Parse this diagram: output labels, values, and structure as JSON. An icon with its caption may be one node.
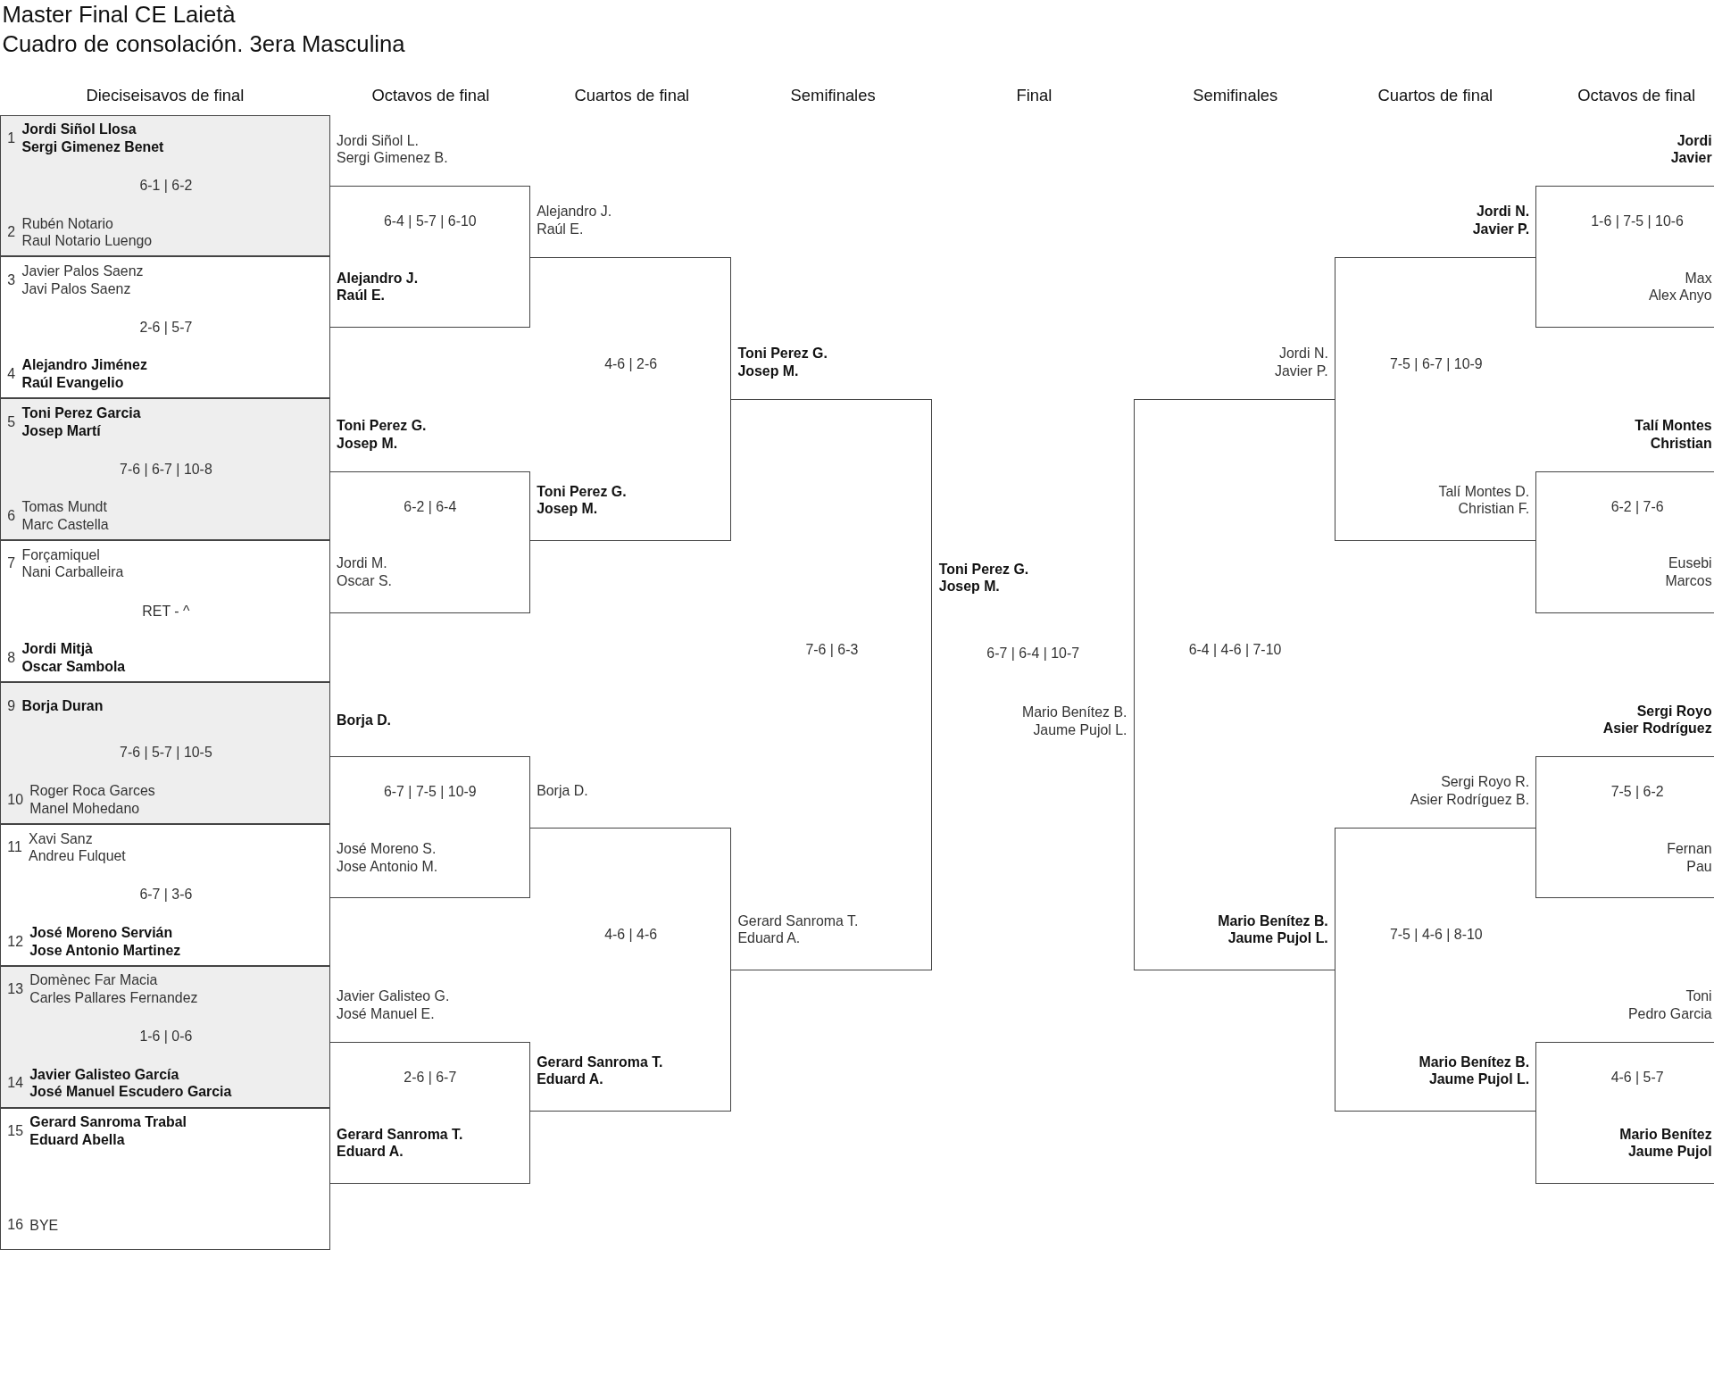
{
  "diagram": {
    "title": "Master Final CE Laietà",
    "nodes": [
      {
        "text": [
          "1",
          "Jordi Siñol Llosa",
          "Sergi Gimenez Benet",
          "6-1 | 6-2",
          "2",
          "Rubén Notario",
          "Raul Notario Luengo"
        ]
      },
      {
        "text": [
          "3",
          "Javier Palos Saenz",
          "Javi Palos Saenz",
          "2-6 | 5-7",
          "4",
          "Alejandro Jiménez",
          "Raúl Evangelio"
        ]
      },
      {
        "text": [
          "5",
          "Toni Perez Garcia",
          "Josep Martí",
          "7-6 | 6-7 | 10-8",
          "6",
          "Tomas Mundt",
          "Marc Castella"
        ]
      },
      {
        "text": [
          "7",
          "Forçamiquel",
          "Nani Carballeira",
          "RET - ^",
          "8",
          "Jordi Mitjà",
          "Oscar Sambola"
        ]
      },
      {
        "text": [
          "9",
          "Borja Duran",
          "7-6 | 5-7 | 10-5",
          "10",
          "Roger Roca Garces",
          "Manel Mohedano"
        ]
      },
      {
        "text": [
          "11",
          "Xavi Sanz",
          "Andreu Fulquet",
          "6-7 | 3-6",
          "12",
          "José Moreno Servián",
          "Jose Antonio Martinez"
        ]
      },
      {
        "text": [
          "13",
          "Domènec Far Macia",
          "Carles Pallares Fernandez",
          "1-6 | 0-6",
          "14",
          "Javier Galisteo García",
          "José Manuel Escudero Garcia"
        ]
      },
      {
        "text": [
          "15",
          "Gerard Sanroma Trabal",
          "Eduard Abella",
          "16",
          "BYE"
        ]
      },
      {
        "text": [
          "Jordi Siñol L.",
          "Sergi Gimenez B.",
          "6-4 | 5-7 | 6-10",
          "Alejandro J.",
          "Raúl E."
        ]
      },
      {
        "text": [
          "Toni Perez G.",
          "Josep M.",
          "6-2 | 6-4",
          "Jordi M.",
          "Oscar S."
        ]
      },
      {
        "text": [
          "Borja D.",
          "6-7 | 7-5 | 10-9",
          "José Moreno S.",
          "Jose Antonio M."
        ]
      },
      {
        "text": [
          "Javier Galisteo G.",
          "José Manuel E.",
          "2-6 | 6-7",
          "Gerard Sanroma T.",
          "Eduard A."
        ]
      },
      {
        "text": [
          "Alejandro J.",
          "Raúl E.",
          "4-6 | 2-6",
          "Toni Perez G.",
          "Josep M."
        ]
      },
      {
        "text": [
          "Borja D.",
          "4-6 | 4-6",
          "Gerard Sanroma T.",
          "Eduard A."
        ]
      },
      {
        "text": [
          "Toni Perez G.",
          "Josep M.",
          "7-6 | 6-3",
          "Gerard Sanroma T.",
          "Eduard A."
        ]
      },
      {
        "text": [
          "Toni Perez G.",
          "Josep M.",
          "6-7 | 6-4 | 10-7",
          "Mario Benítez B.",
          "Jaume Pujol L."
        ]
      },
      {
        "text": [
          "Jordi N.",
          "Javier P.",
          "6-4 | 4-6 | 7-10",
          "Mario Benítez B.",
          "Jaume Pujol L."
        ]
      },
      {
        "text": [
          "Jordi N.",
          "Javier P.",
          "7-5 | 6-7 | 10-9",
          "Talí Montes D.",
          "Christian F."
        ]
      },
      {
        "text": [
          "Sergi Royo R.",
          "Asier Rodríguez B.",
          "7-5 | 4-6 | 8-10",
          "Mario Benítez B.",
          "Jaume Pujol L."
        ]
      },
      {
        "text": [
          "Jordi",
          "Javier",
          "1-6 | 7-5 | 10-6",
          "Max",
          "Alex Anyo"
        ]
      },
      {
        "text": [
          "Talí Montes",
          "Christian",
          "6-2 | 7-6",
          "Eusebi",
          "Marcos"
        ]
      },
      {
        "text": [
          "Sergi Royo",
          "Asier Rodríguez",
          "7-5 | 6-2",
          "Fernan",
          "Pau"
        ]
      },
      {
        "text": [
          "Toni",
          "Pedro Garcia",
          "4-6 | 5-7",
          "Mario Benítez",
          "Jaume Pujol"
        ]
      }
    ],
    "labels": [
      "Cuadro de consolación. 3era Masculina",
      "Dieciseisavos de final",
      "Octavos de final",
      "Cuartos de final",
      "Semifinales",
      "Final",
      "Semifinales",
      "Cuartos de final",
      "Octavos de final"
    ]
  }
}
